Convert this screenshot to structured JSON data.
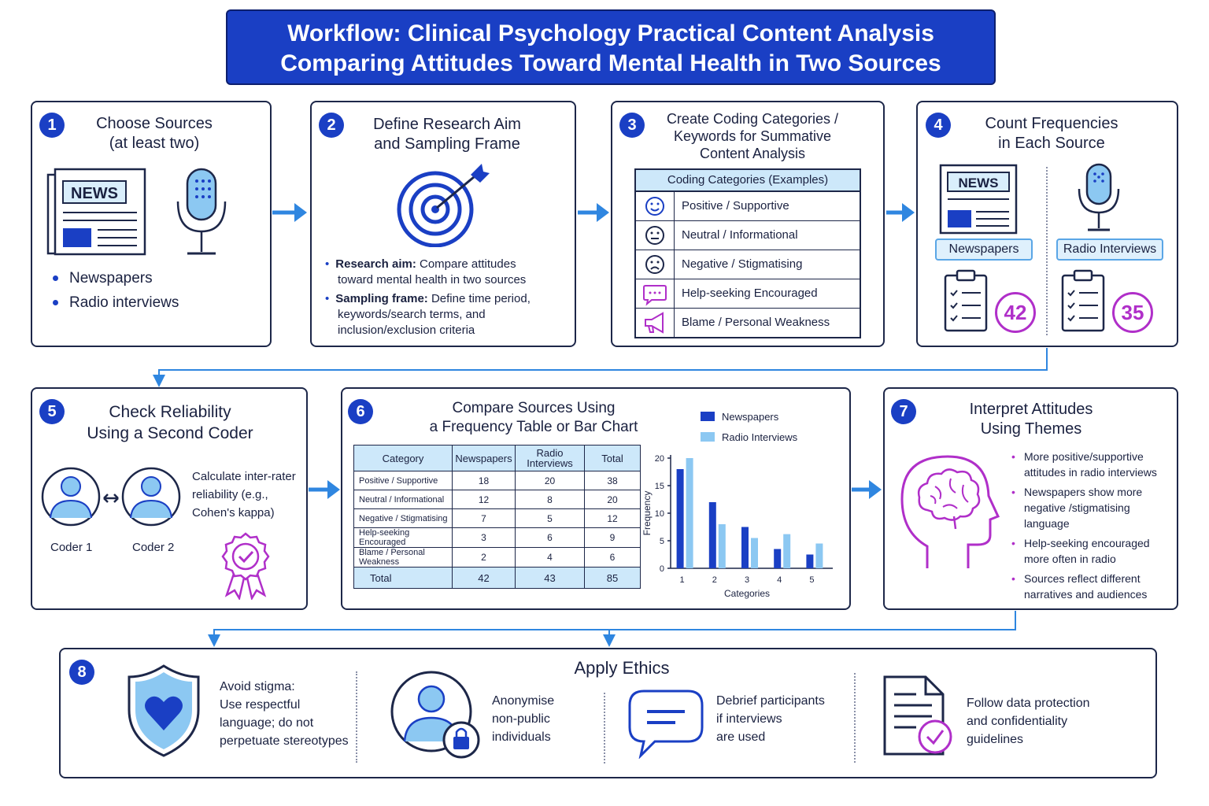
{
  "title": {
    "line1": "Workflow: Clinical Psychology Practical Content Analysis",
    "line2": "Comparing Attitudes Toward Mental Health in Two Sources"
  },
  "colors": {
    "primary": "#1a3fc4",
    "light_blue": "#8cc8f2",
    "purple": "#b02fc9",
    "dark": "#1d2749"
  },
  "step1": {
    "number": "1",
    "title_line1": "Choose Sources",
    "title_line2": "(at least two)",
    "news_label": "NEWS",
    "icons": [
      "newspaper-icon",
      "microphone-icon"
    ],
    "bullets": [
      "Newspapers",
      "Radio interviews"
    ]
  },
  "step2": {
    "number": "2",
    "title_line1": "Define Research Aim",
    "title_line2": "and Sampling Frame",
    "icon": "target-icon",
    "aim_label": "Research aim:",
    "aim_text": "Compare attitudes",
    "aim_text2": "toward mental health in two sources",
    "frame_label": "Sampling frame:",
    "frame_text": "Define time period,",
    "frame_text2": "keywords/search terms, and",
    "frame_text3": "inclusion/exclusion criteria"
  },
  "step3": {
    "number": "3",
    "title_line1": "Create Coding Categories /",
    "title_line2": "Keywords for Summative",
    "title_line3": "Content Analysis",
    "table_header": "Coding Categories (Examples)",
    "categories": [
      {
        "label": "Positive / Supportive",
        "icon": "smile-icon"
      },
      {
        "label": "Neutral / Informational",
        "icon": "neutral-face-icon"
      },
      {
        "label": "Negative / Stigmatising",
        "icon": "frown-icon"
      },
      {
        "label": "Help-seeking Encouraged",
        "icon": "chat-bubble-icon"
      },
      {
        "label": "Blame / Personal Weakness",
        "icon": "megaphone-icon"
      }
    ]
  },
  "step4": {
    "number": "4",
    "title_line1": "Count Frequencies",
    "title_line2": "in Each Source",
    "news_label": "NEWS",
    "source1": "Newspapers",
    "source2": "Radio Interviews",
    "count1": "42",
    "count2": "35"
  },
  "step5": {
    "number": "5",
    "title_line1": "Check Reliability",
    "title_line2": "Using a Second Coder",
    "coder1": "Coder 1",
    "coder2": "Coder 2",
    "text_line1": "Calculate inter-rater",
    "text_line2": "reliability (e.g.,",
    "text_line3": "Cohen's kappa)",
    "icon": "award-badge-icon"
  },
  "step6": {
    "number": "6",
    "title_line1": "Compare Sources Using",
    "title_line2": "a Frequency Table or Bar Chart",
    "table": {
      "headers": [
        "Category",
        "Newspapers",
        "Radio Interviews",
        "Total"
      ],
      "rows": [
        [
          "Positive / Supportive",
          "18",
          "20",
          "38"
        ],
        [
          "Neutral / Informational",
          "12",
          "8",
          "20"
        ],
        [
          "Negative / Stigmatising",
          "7",
          "5",
          "12"
        ],
        [
          "Help-seeking Encouraged",
          "3",
          "6",
          "9"
        ],
        [
          "Blame / Personal Weakness",
          "2",
          "4",
          "6"
        ]
      ],
      "total": [
        "Total",
        "42",
        "43",
        "85"
      ]
    }
  },
  "chart_data": {
    "type": "bar",
    "categories": [
      "1",
      "2",
      "3",
      "4",
      "5"
    ],
    "series": [
      {
        "name": "Newspapers",
        "values": [
          18,
          12,
          7.5,
          3.5,
          2.5
        ],
        "color": "#1a3fc4"
      },
      {
        "name": "Radio Interviews",
        "values": [
          20,
          8,
          5.5,
          6.2,
          4.5
        ],
        "color": "#8cc8f2"
      }
    ],
    "title": "",
    "xlabel": "Categories",
    "ylabel": "Frequency",
    "ylim": [
      0,
      20
    ],
    "yticks": [
      "0",
      "5",
      "10",
      "15",
      "20"
    ],
    "grid": false,
    "legend": "top-right"
  },
  "step7": {
    "number": "7",
    "title_line1": "Interpret Attitudes",
    "title_line2": "Using Themes",
    "icon": "brain-head-icon",
    "bullets": [
      [
        "More positive/supportive",
        "attitudes in radio interviews"
      ],
      [
        "Newspapers show more",
        "negative /stigmatising",
        "language"
      ],
      [
        "Help-seeking encouraged",
        "more often in radio"
      ],
      [
        "Sources reflect different",
        "narratives and audiences"
      ]
    ]
  },
  "step8": {
    "number": "8",
    "title": "Apply Ethics",
    "items": [
      {
        "icon": "heart-shield-icon",
        "lines": [
          "Avoid stigma:",
          "Use respectful",
          "language; do not",
          "perpetuate stereotypes"
        ]
      },
      {
        "icon": "user-lock-icon",
        "lines": [
          "Anonymise",
          "non-public",
          "individuals"
        ]
      },
      {
        "icon": "speech-bubble-icon",
        "lines": [
          "Debrief participants",
          "if interviews",
          "are used"
        ]
      },
      {
        "icon": "document-check-icon",
        "lines": [
          "Follow data protection",
          "and confidentiality",
          "guidelines"
        ]
      }
    ]
  }
}
